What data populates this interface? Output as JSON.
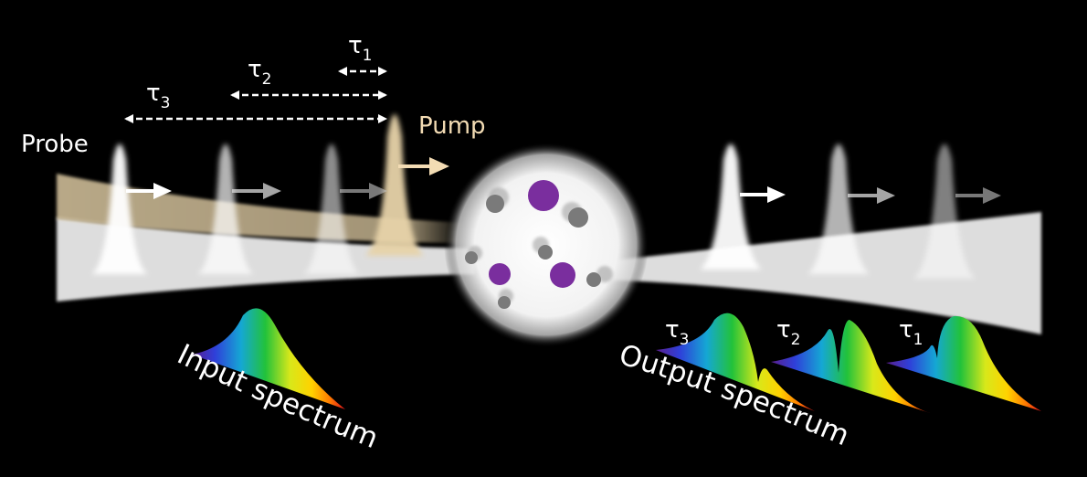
{
  "labels": {
    "probe": "Probe",
    "pump": "Pump",
    "tau_symbol": "τ",
    "input_spectrum": "Input spectrum",
    "output_spectrum": "Output spectrum"
  },
  "delays": [
    {
      "symbol": "τ",
      "subscript": "1"
    },
    {
      "symbol": "τ",
      "subscript": "2"
    },
    {
      "symbol": "τ",
      "subscript": "3"
    }
  ],
  "output_delays": [
    {
      "symbol": "τ",
      "subscript": "3"
    },
    {
      "symbol": "τ",
      "subscript": "2"
    },
    {
      "symbol": "τ",
      "subscript": "1"
    }
  ],
  "colors": {
    "background": "#000000",
    "fiber": "#e9e9e9",
    "pump_beam": "#e7d3a9",
    "pump_text": "#f3dcb4",
    "arrow": "#ffffff",
    "atom_large": "#7a2e9e",
    "atom_small": "#7a7a7a"
  }
}
